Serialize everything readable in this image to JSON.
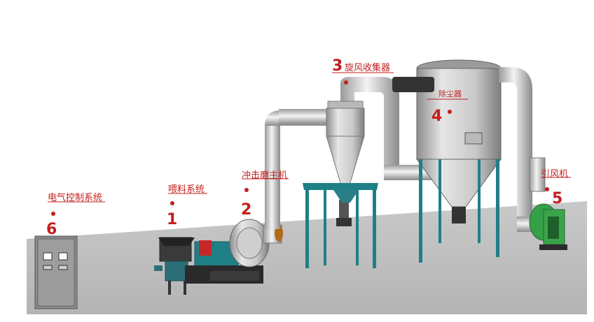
{
  "labels": [
    {
      "number": "1",
      "text": "喂料系统"
    },
    {
      "number": "2",
      "text": "冲击磨主机"
    },
    {
      "number": "3",
      "text": "旋风收集器"
    },
    {
      "number": "4",
      "text": "除尘器"
    },
    {
      "number": "5",
      "text": "引风机"
    },
    {
      "number": "6",
      "text": "电气控制系统"
    }
  ],
  "colors": {
    "label": "#c41e1e",
    "floor": "#bdbdbd",
    "pipe": "#d9d9d9",
    "stand": "#1f7f86",
    "fan": "#3aa44a",
    "cabinet": "#8f8f8f"
  }
}
